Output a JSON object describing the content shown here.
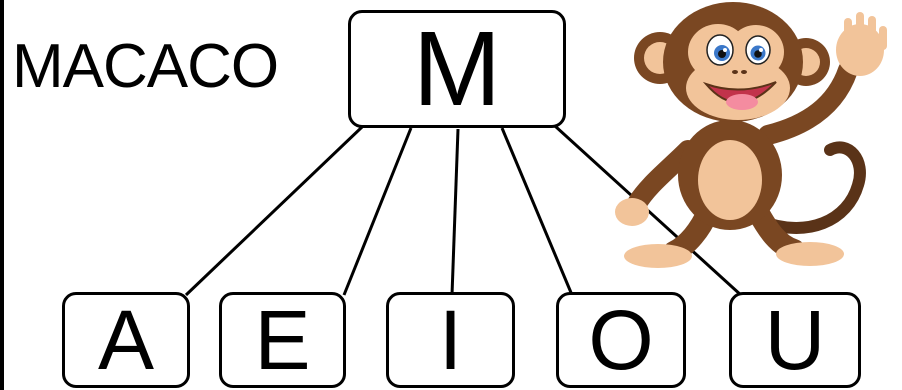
{
  "word": "MACACO",
  "letter": "M",
  "vowels": [
    "A",
    "E",
    "I",
    "O",
    "U"
  ],
  "illustration": {
    "subject": "monkey-icon"
  },
  "colors": {
    "fur": "#7a4722",
    "fur_dark": "#5a3318",
    "skin": "#f2c49a",
    "mouth": "#c2334b",
    "tongue": "#f48ca0",
    "eye": "#3b78c9"
  }
}
